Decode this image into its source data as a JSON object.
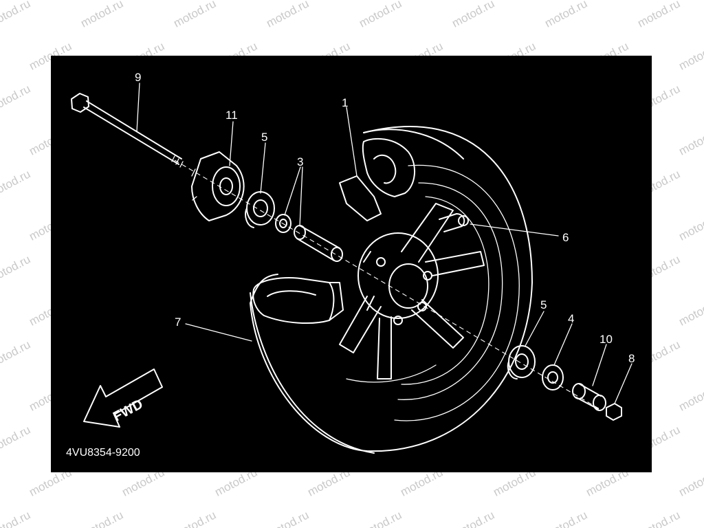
{
  "watermark": {
    "text": "motod.ru"
  },
  "diagram": {
    "part_code": "4VU8354-9200",
    "direction_label": "FWD",
    "callouts": [
      {
        "id": "1",
        "text": "1"
      },
      {
        "id": "3",
        "text": "3"
      },
      {
        "id": "4",
        "text": "4"
      },
      {
        "id": "5a",
        "text": "5"
      },
      {
        "id": "5b",
        "text": "5"
      },
      {
        "id": "6",
        "text": "6"
      },
      {
        "id": "7",
        "text": "7"
      },
      {
        "id": "8",
        "text": "8"
      },
      {
        "id": "9",
        "text": "9"
      },
      {
        "id": "10",
        "text": "10"
      },
      {
        "id": "11",
        "text": "11"
      }
    ]
  },
  "colors": {
    "panel": "#000000",
    "lines": "#ffffff",
    "watermark": "#c9c9c9"
  }
}
